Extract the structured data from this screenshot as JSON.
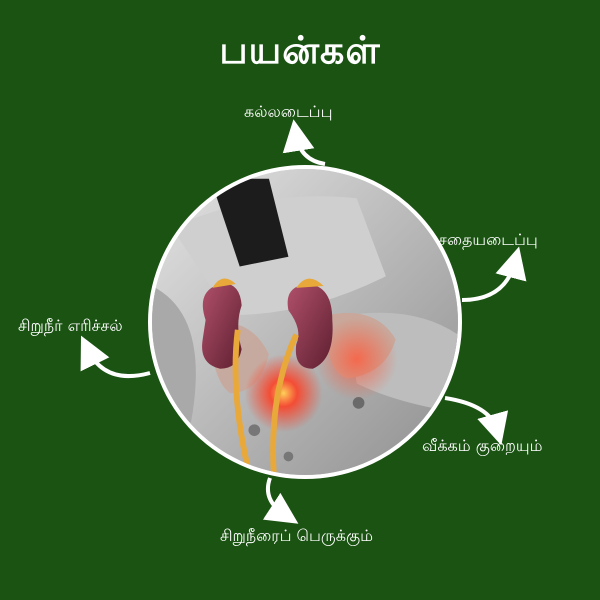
{
  "title": "பயன்கள்",
  "benefits": {
    "top": "கல்லடைப்பு",
    "right_top": "சதையடைப்பு",
    "left": "சிறுநீர் எரிச்சல்",
    "right_bottom": "வீக்கம் குறையும்",
    "bottom": "சிறுநீரைப் பெருக்கும்"
  },
  "colors": {
    "background": "#1a5312",
    "text": "#ffffff",
    "kidney": "#7a2a3a",
    "ureter": "#e8a93a",
    "pain_glow": "#ff3b1f"
  },
  "image": {
    "icons": [
      "kidney-icon",
      "ureter-icon",
      "pain-glow-icon"
    ]
  }
}
